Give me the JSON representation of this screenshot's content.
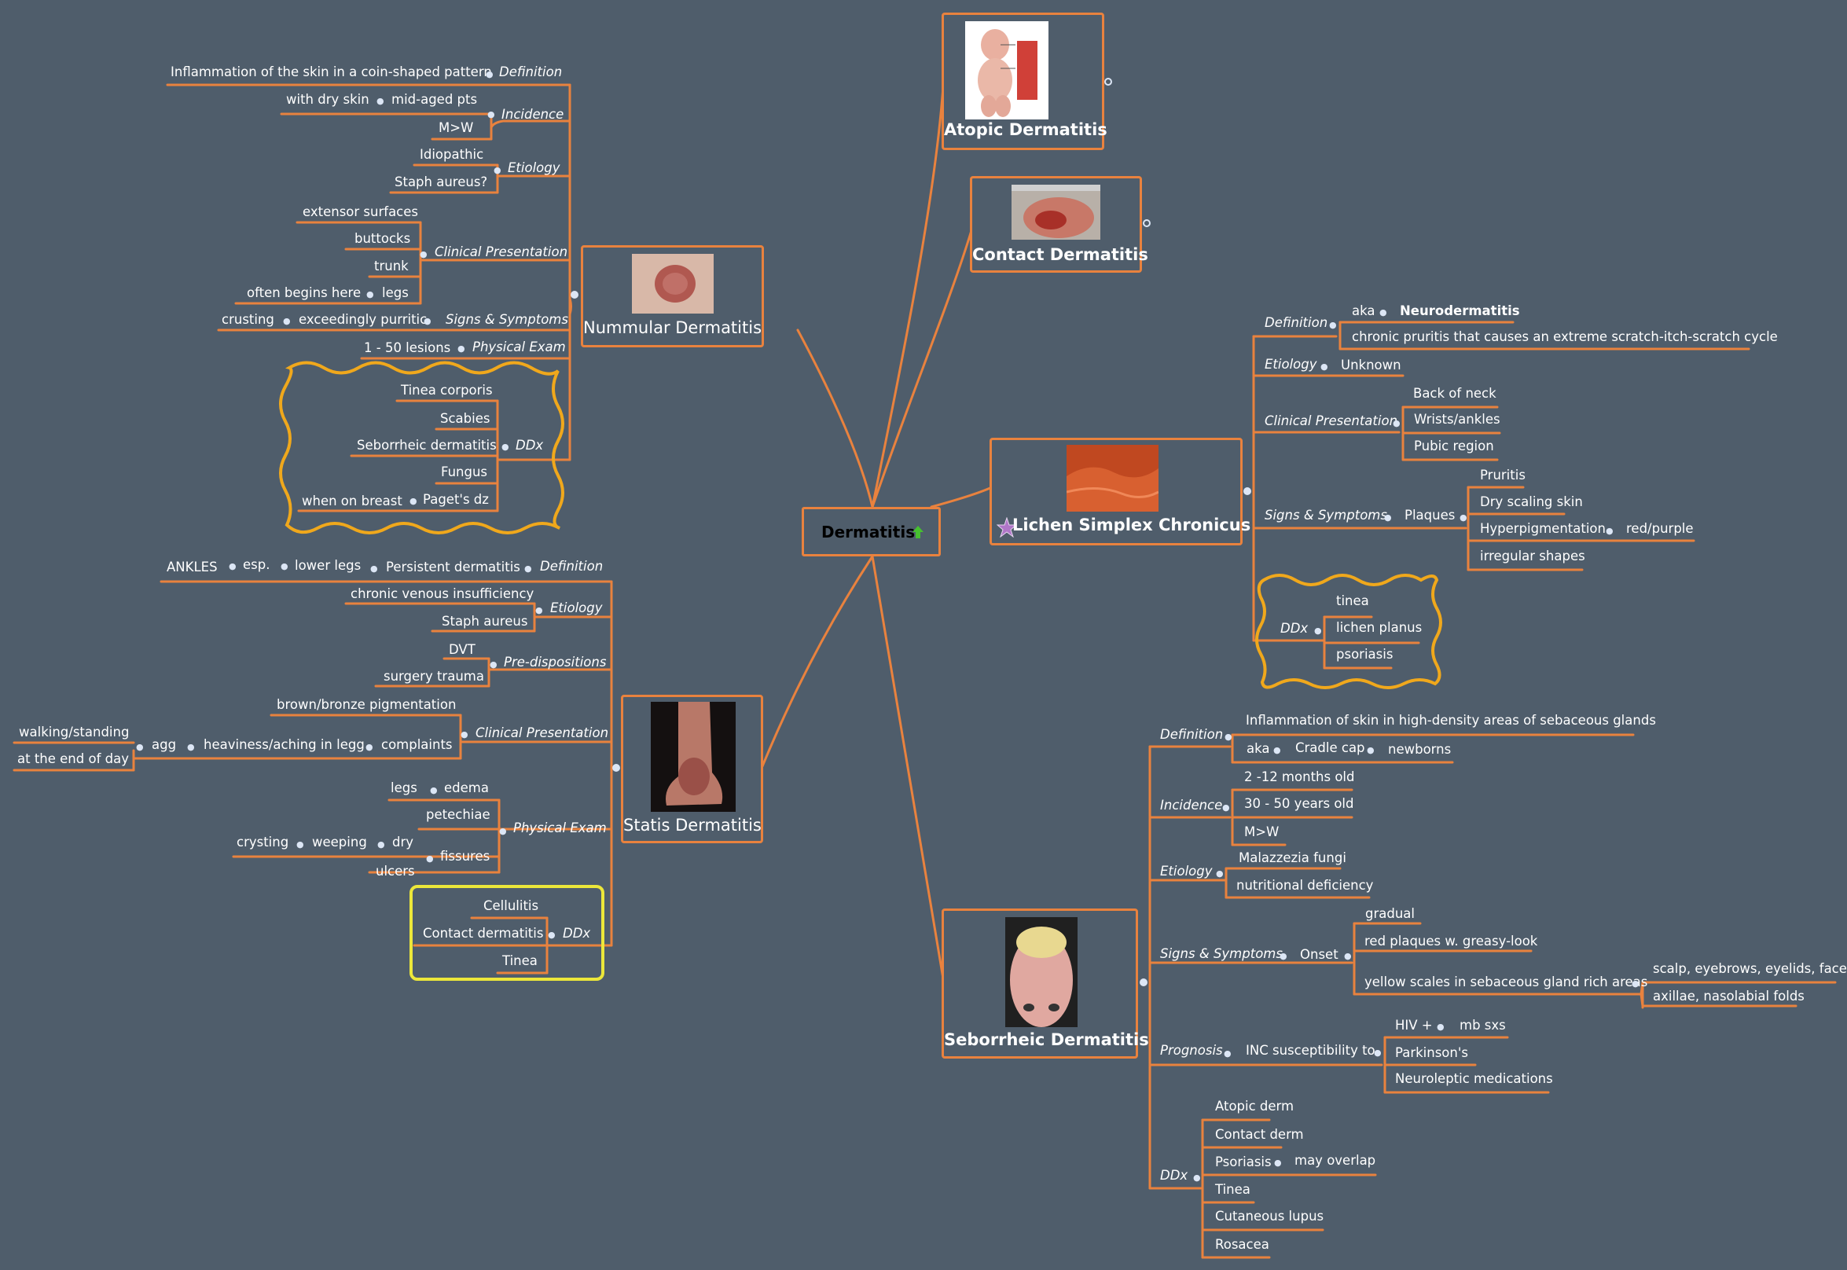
{
  "central": {
    "title": "Dermatitis"
  },
  "topics": {
    "atopic": "Atopic Dermatitis",
    "contact": "Contact Dermatitis",
    "nummular": "Nummular Dermatitis",
    "statis": "Statis Dermatitis",
    "lichen": "Lichen Simplex Chronicus",
    "seborrheic": "Seborrheic Dermatitis"
  },
  "nummular": {
    "definition_label": "Definition",
    "definition": "Inflammation of the skin in a coin-shaped pattern",
    "incidence_label": "Incidence",
    "incidence": [
      "mid-aged pts",
      "with dry skin",
      "M>W"
    ],
    "etiology_label": "Etiology",
    "etiology": [
      "Idiopathic",
      "Staph aureus?"
    ],
    "clinical_label": "Clinical Presentation",
    "clinical": [
      "extensor surfaces",
      "buttocks",
      "trunk",
      "legs",
      "often begins here"
    ],
    "signs_label": "Signs & Symptoms",
    "signs": [
      "exceedingly purritic",
      "crusting"
    ],
    "exam_label": "Physical Exam",
    "exam": "1 - 50 lesions",
    "ddx_label": "DDx",
    "ddx": [
      "Tinea corporis",
      "Scabies",
      "Seborrheic dermatitis",
      "Fungus",
      "Paget's dz",
      "when on breast"
    ]
  },
  "statis": {
    "definition_label": "Definition",
    "definition": [
      "Persistent dermatitis",
      "lower legs",
      "esp.",
      "ANKLES"
    ],
    "etiology_label": "Etiology",
    "etiology": [
      "chronic venous insufficiency",
      "Staph aureus"
    ],
    "predisp_label": "Pre-dispositions",
    "predisp": [
      "DVT",
      "surgery trauma"
    ],
    "clinical_label": "Clinical Presentation",
    "clinical": [
      "brown/bronze pigmentation",
      "complaints",
      "heaviness/aching in legg",
      "agg",
      "walking/standing",
      "at the end of day"
    ],
    "exam_label": "Physical Exam",
    "exam": [
      "edema",
      "legs",
      "petechiae",
      "fissures",
      "dry",
      "weeping",
      "crysting",
      "ulcers"
    ],
    "ddx_label": "DDx",
    "ddx": [
      "Cellulitis",
      "Contact dermatitis",
      "Tinea"
    ]
  },
  "lichen": {
    "definition_label": "Definition",
    "aka": "aka",
    "aka_value": "Neurodermatitis",
    "definition": "chronic pruritis that causes an extreme scratch-itch-scratch cycle",
    "etiology_label": "Etiology",
    "etiology": "Unknown",
    "clinical_label": "Clinical Presentation",
    "clinical": [
      "Back of neck",
      "Wrists/ankles",
      "Pubic region"
    ],
    "signs_label": "Signs & Symptoms",
    "plaques": "Plaques",
    "signs": [
      "Pruritis",
      "Dry scaling skin",
      "Hyperpigmentation",
      "red/purple",
      "irregular shapes"
    ],
    "ddx_label": "DDx",
    "ddx": [
      "tinea",
      "lichen planus",
      "psoriasis"
    ]
  },
  "seborrheic": {
    "definition_label": "Definition",
    "definition": "Inflammation of skin in high-density areas of sebaceous glands",
    "aka": [
      "aka",
      "Cradle cap",
      "newborns"
    ],
    "incidence_label": "Incidence",
    "incidence": [
      "2 -12 months old",
      "30 - 50 years old",
      "M>W"
    ],
    "etiology_label": "Etiology",
    "etiology": [
      "Malazzezia fungi",
      "nutritional deficiency"
    ],
    "signs_label": "Signs & Symptoms",
    "onset": "Onset",
    "signs": [
      "gradual",
      "red plaques w. greasy-look",
      "yellow scales in sebaceous gland rich areas",
      "scalp, eyebrows, eyelids, face",
      "axillae, nasolabial folds"
    ],
    "prognosis_label": "Prognosis",
    "prognosis": [
      "INC susceptibility to",
      "HIV +",
      "mb sxs",
      "Parkinson's",
      "Neuroleptic medications"
    ],
    "ddx_label": "DDx",
    "ddx": [
      "Atopic derm",
      "Contact derm",
      "Psoriasis",
      "may overlap",
      "Tinea",
      "Cutaneous lupus",
      "Rosacea"
    ]
  },
  "colors": {
    "background": "#4f5d6b",
    "line": "#e9823e",
    "boundary_orange": "#f0a81c",
    "boundary_yellow": "#ece73a"
  }
}
